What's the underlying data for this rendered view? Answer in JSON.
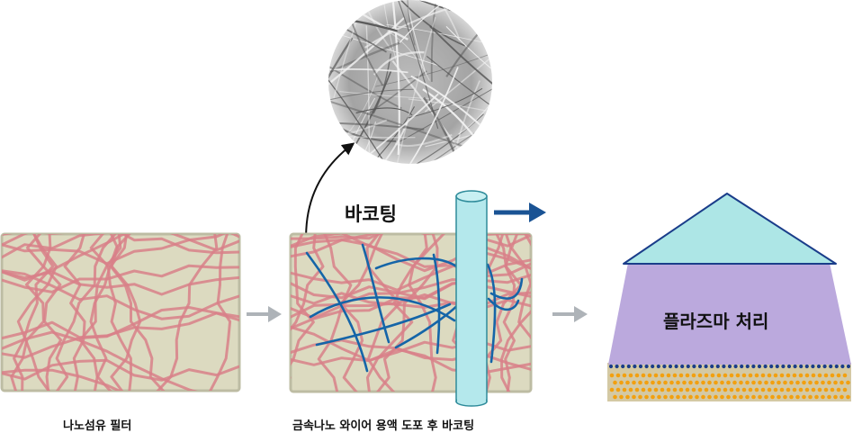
{
  "labels": {
    "nanofiber_filter": "나노섬유 필터",
    "coating_process": "금속나노 와이어 용액 도포 후 바코팅",
    "bar_coating": "바코팅",
    "plasma_treatment": "플라즈마 처리"
  },
  "colors": {
    "filter_bg": "#dcdac0",
    "filter_border": "#bdbca3",
    "fiber": "#d88088",
    "nanowire": "#1565a8",
    "rod": "#b4e8ec",
    "rod_stroke": "#2e8b9a",
    "arrow_gray": "#aeb3b8",
    "arrow_blue": "#1a5394",
    "plasma_body": "#bba9dd",
    "plasma_cap": "#ade6e6",
    "plasma_cap_stroke": "#1a3d8a",
    "dots_blue": "#1a3d8a",
    "dots_orange": "#f2a010",
    "base": "#d4c9a4"
  }
}
